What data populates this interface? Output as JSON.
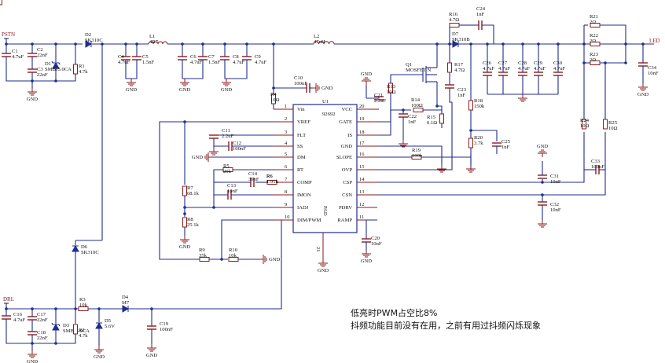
{
  "nets": {
    "pstn": "PSTN",
    "drl": "DRL",
    "led": "LED",
    "gnd": "GND"
  },
  "ic": {
    "ref": "U1",
    "part": "92692",
    "pad": "PAD",
    "pad_pin": "21",
    "left_pins": [
      {
        "num": "1",
        "name": "Vin"
      },
      {
        "num": "2",
        "name": "VREF"
      },
      {
        "num": "3",
        "name": "FLT"
      },
      {
        "num": "4",
        "name": "SS"
      },
      {
        "num": "5",
        "name": "DM"
      },
      {
        "num": "6",
        "name": "RT"
      },
      {
        "num": "7",
        "name": "COMP"
      },
      {
        "num": "8",
        "name": "IMON"
      },
      {
        "num": "9",
        "name": "IADJ"
      },
      {
        "num": "10",
        "name": "DIM/PWM"
      }
    ],
    "right_pins": [
      {
        "num": "20",
        "name": "VCC"
      },
      {
        "num": "19",
        "name": "GATE"
      },
      {
        "num": "18",
        "name": "IS"
      },
      {
        "num": "17",
        "name": "GND"
      },
      {
        "num": "16",
        "name": "SLOPE"
      },
      {
        "num": "15",
        "name": "OVP"
      },
      {
        "num": "14",
        "name": "CSP"
      },
      {
        "num": "13",
        "name": "CSN"
      },
      {
        "num": "12",
        "name": "PDRV"
      },
      {
        "num": "11",
        "name": "RAMP"
      }
    ]
  },
  "components": {
    "C1": {
      "ref": "C1",
      "val": "4.7uF"
    },
    "C2": {
      "ref": "C2",
      "val": "22nF"
    },
    "C3": {
      "ref": "C3",
      "val": "22nF"
    },
    "D1": {
      "ref": "D1",
      "val": "SMBJ5.0CA"
    },
    "R1": {
      "ref": "R1",
      "val": "4.7k"
    },
    "D2": {
      "ref": "D2",
      "val": "SK310C"
    },
    "L1": {
      "ref": "L1",
      "val": "4R7"
    },
    "L2": {
      "ref": "L2",
      "val": "47uH"
    },
    "C4": {
      "ref": "C4",
      "val": "4.7uF"
    },
    "C5": {
      "ref": "C5",
      "val": "1.5nF"
    },
    "C6": {
      "ref": "C6",
      "val": "4.7uF"
    },
    "C7": {
      "ref": "C7",
      "val": "1.5nF"
    },
    "C8": {
      "ref": "C8",
      "val": "4.7uF"
    },
    "C9": {
      "ref": "C9",
      "val": "4.7uF"
    },
    "C10": {
      "ref": "C10",
      "val": "100nF"
    },
    "R4": {
      "ref": "R4",
      "val": "10Ω"
    },
    "C11": {
      "ref": "C11",
      "val": "2.2uF"
    },
    "C12": {
      "ref": "C12",
      "val": "100nF"
    },
    "R5": {
      "ref": "R5",
      "val": "20k"
    },
    "C14": {
      "ref": "C14",
      "val": "39nF"
    },
    "R6": {
      "ref": "R6",
      "val": "1.91k"
    },
    "C13": {
      "ref": "C13",
      "val": "10nF"
    },
    "R7": {
      "ref": "R7",
      "val": "68.1k"
    },
    "R8": {
      "ref": "R8",
      "val": "25.1k"
    },
    "R9": {
      "ref": "R9",
      "val": "35k"
    },
    "R10": {
      "ref": "R10",
      "val": "10k"
    },
    "C20": {
      "ref": "C20",
      "val": "10nF"
    },
    "C21": {
      "ref": "C21",
      "val": "2.2uF"
    },
    "R13": {
      "ref": "R13",
      "val": "10Ω"
    },
    "Q1": {
      "ref": "Q1",
      "val": "MOSFET N"
    },
    "R14": {
      "ref": "R14",
      "val": "100Ω"
    },
    "C22": {
      "ref": "C22",
      "val": "1nF"
    },
    "R15": {
      "ref": "R15",
      "val": "0.1Ω"
    },
    "R17": {
      "ref": "R17",
      "val": "4.7Ω"
    },
    "C23": {
      "ref": "C23",
      "val": "1nF"
    },
    "R16": {
      "ref": "R16",
      "val": "4.7Ω"
    },
    "C24": {
      "ref": "C24",
      "val": "1nF"
    },
    "D7": {
      "ref": "D7",
      "val": "SK310B"
    },
    "R18": {
      "ref": "R18",
      "val": "150k"
    },
    "R20": {
      "ref": "R20",
      "val": "3.7k"
    },
    "C25": {
      "ref": "C25",
      "val": "1nF"
    },
    "R19": {
      "ref": "R19",
      "val": "100k"
    },
    "C26": {
      "ref": "C26",
      "val": "4.7uF"
    },
    "C27": {
      "ref": "C27",
      "val": "4.7uF"
    },
    "C28": {
      "ref": "C28",
      "val": "4.7uF"
    },
    "C29": {
      "ref": "C29",
      "val": "4.7uF"
    },
    "C30": {
      "ref": "C30",
      "val": "4.7uF"
    },
    "R21": {
      "ref": "R21",
      "val": "2Ω"
    },
    "R22": {
      "ref": "R22",
      "val": "2Ω"
    },
    "R23": {
      "ref": "R23",
      "val": "2Ω"
    },
    "R24": {
      "ref": "R24",
      "val": "10Ω"
    },
    "R25": {
      "ref": "R25",
      "val": "10Ω"
    },
    "C31": {
      "ref": "C31",
      "val": "10nF"
    },
    "C32": {
      "ref": "C32",
      "val": "10nF"
    },
    "C33": {
      "ref": "C33",
      "val": "100nF"
    },
    "C34": {
      "ref": "C34",
      "val": "10nF"
    },
    "D6": {
      "ref": "D6",
      "val": "SK310C"
    },
    "C16": {
      "ref": "C16",
      "val": "4.7uF"
    },
    "C17": {
      "ref": "C17",
      "val": "22nF"
    },
    "C18": {
      "ref": "C18",
      "val": "22nF"
    },
    "D3": {
      "ref": "D3",
      "val": "SMBJ5.0CA"
    },
    "R2": {
      "ref": "R2",
      "val": "4.7k"
    },
    "R3": {
      "ref": "R3",
      "val": "10k"
    },
    "D5": {
      "ref": "D5",
      "val": "5.6V"
    },
    "D4": {
      "ref": "D4",
      "val": "M7"
    },
    "C19": {
      "ref": "C19",
      "val": "100nF"
    }
  },
  "notes": [
    "低亮时PWM占空比8%",
    "抖频功能目前没有在用，之前有用过抖频闪烁现象"
  ]
}
